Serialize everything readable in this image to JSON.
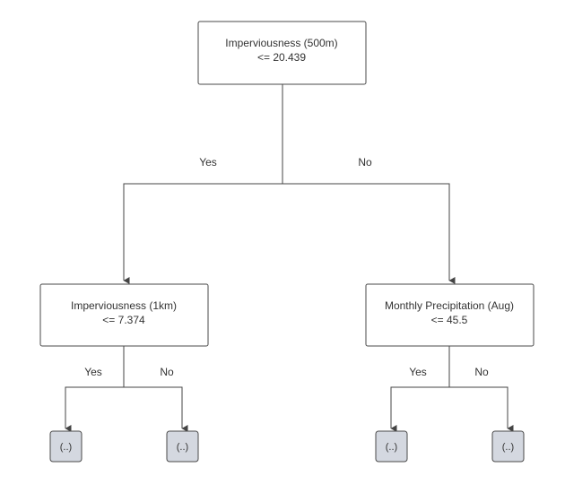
{
  "colors": {
    "edge": "#444444",
    "node_border": "#4a4a4a",
    "node_fill": "#ffffff",
    "leaf_fill": "#d4d8e0",
    "leaf_border": "#4a4a4a",
    "text": "#333333"
  },
  "root": {
    "feature": "Imperviousness (500m)",
    "condition": "<= 20.439",
    "yes_label": "Yes",
    "no_label": "No"
  },
  "left": {
    "feature": "Imperviousness (1km)",
    "condition": "<= 7.374",
    "yes_label": "Yes",
    "no_label": "No",
    "leaf_yes": "(..)",
    "leaf_no": "(..)"
  },
  "right": {
    "feature": "Monthly Precipitation (Aug)",
    "condition": "<= 45.5",
    "yes_label": "Yes",
    "no_label": "No",
    "leaf_yes": "(..)",
    "leaf_no": "(..)"
  }
}
